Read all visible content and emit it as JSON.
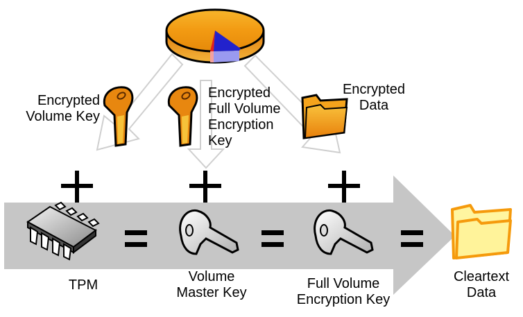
{
  "diagram": {
    "title": "BitLocker key decryption flow",
    "source": {
      "icon": "pie-chart-icon",
      "description": "encrypted volume"
    },
    "inputs": [
      {
        "id": "encrypted-volume-key",
        "label_lines": [
          "Encrypted",
          "Volume Key"
        ],
        "icon": "gold-key-icon"
      },
      {
        "id": "encrypted-fvek",
        "label_lines": [
          "Encrypted",
          "Full Volume",
          "Encryption",
          "Key"
        ],
        "icon": "gold-key-icon"
      },
      {
        "id": "encrypted-data",
        "label_lines": [
          "Encrypted",
          "Data"
        ],
        "icon": "orange-folder-icon"
      }
    ],
    "operators": {
      "plus": "+",
      "equals": "="
    },
    "flow": [
      {
        "id": "tpm",
        "label_lines": [
          "TPM"
        ],
        "icon": "chip-icon"
      },
      {
        "id": "volume-master-key",
        "label_lines": [
          "Volume",
          "Master Key"
        ],
        "icon": "silver-key-icon"
      },
      {
        "id": "full-volume-encryption-key",
        "label_lines": [
          "Full Volume",
          "Encryption Key"
        ],
        "icon": "silver-key-icon"
      },
      {
        "id": "cleartext-data",
        "label_lines": [
          "Cleartext",
          "Data"
        ],
        "icon": "yellow-folder-icon"
      }
    ],
    "colors": {
      "flow_arrow": "#c6c6c6",
      "outline_arrow_stroke": "#cfcfcf",
      "gold_key": "#e8870f",
      "gold_key_light": "#f6c23a",
      "pie_orange": "#f2a11a",
      "pie_blue": "#2222cc",
      "pie_red": "#e02020",
      "cleartext_folder_fill": "#fff5a0",
      "cleartext_folder_stroke": "#f59a0c"
    }
  }
}
